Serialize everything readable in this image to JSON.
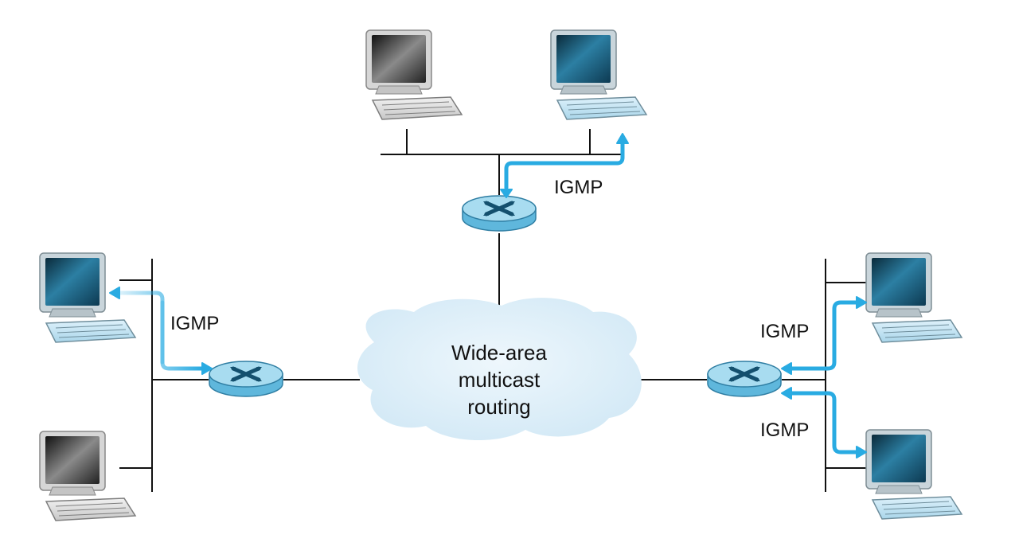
{
  "cloud": {
    "line1": "Wide-area",
    "line2": "multicast",
    "line3": "routing"
  },
  "protocol_labels": {
    "top": "IGMP",
    "left": "IGMP",
    "right_upper": "IGMP",
    "right_lower": "IGMP"
  },
  "colors": {
    "igmp_arrow": "#29abe2",
    "cloud_fill": "#ddeef8",
    "router_top": "#a8dcf0",
    "router_side": "#5fb7dc",
    "wire": "#111111"
  },
  "icons": {
    "host": "desktop-computer-icon",
    "router": "router-icon"
  }
}
